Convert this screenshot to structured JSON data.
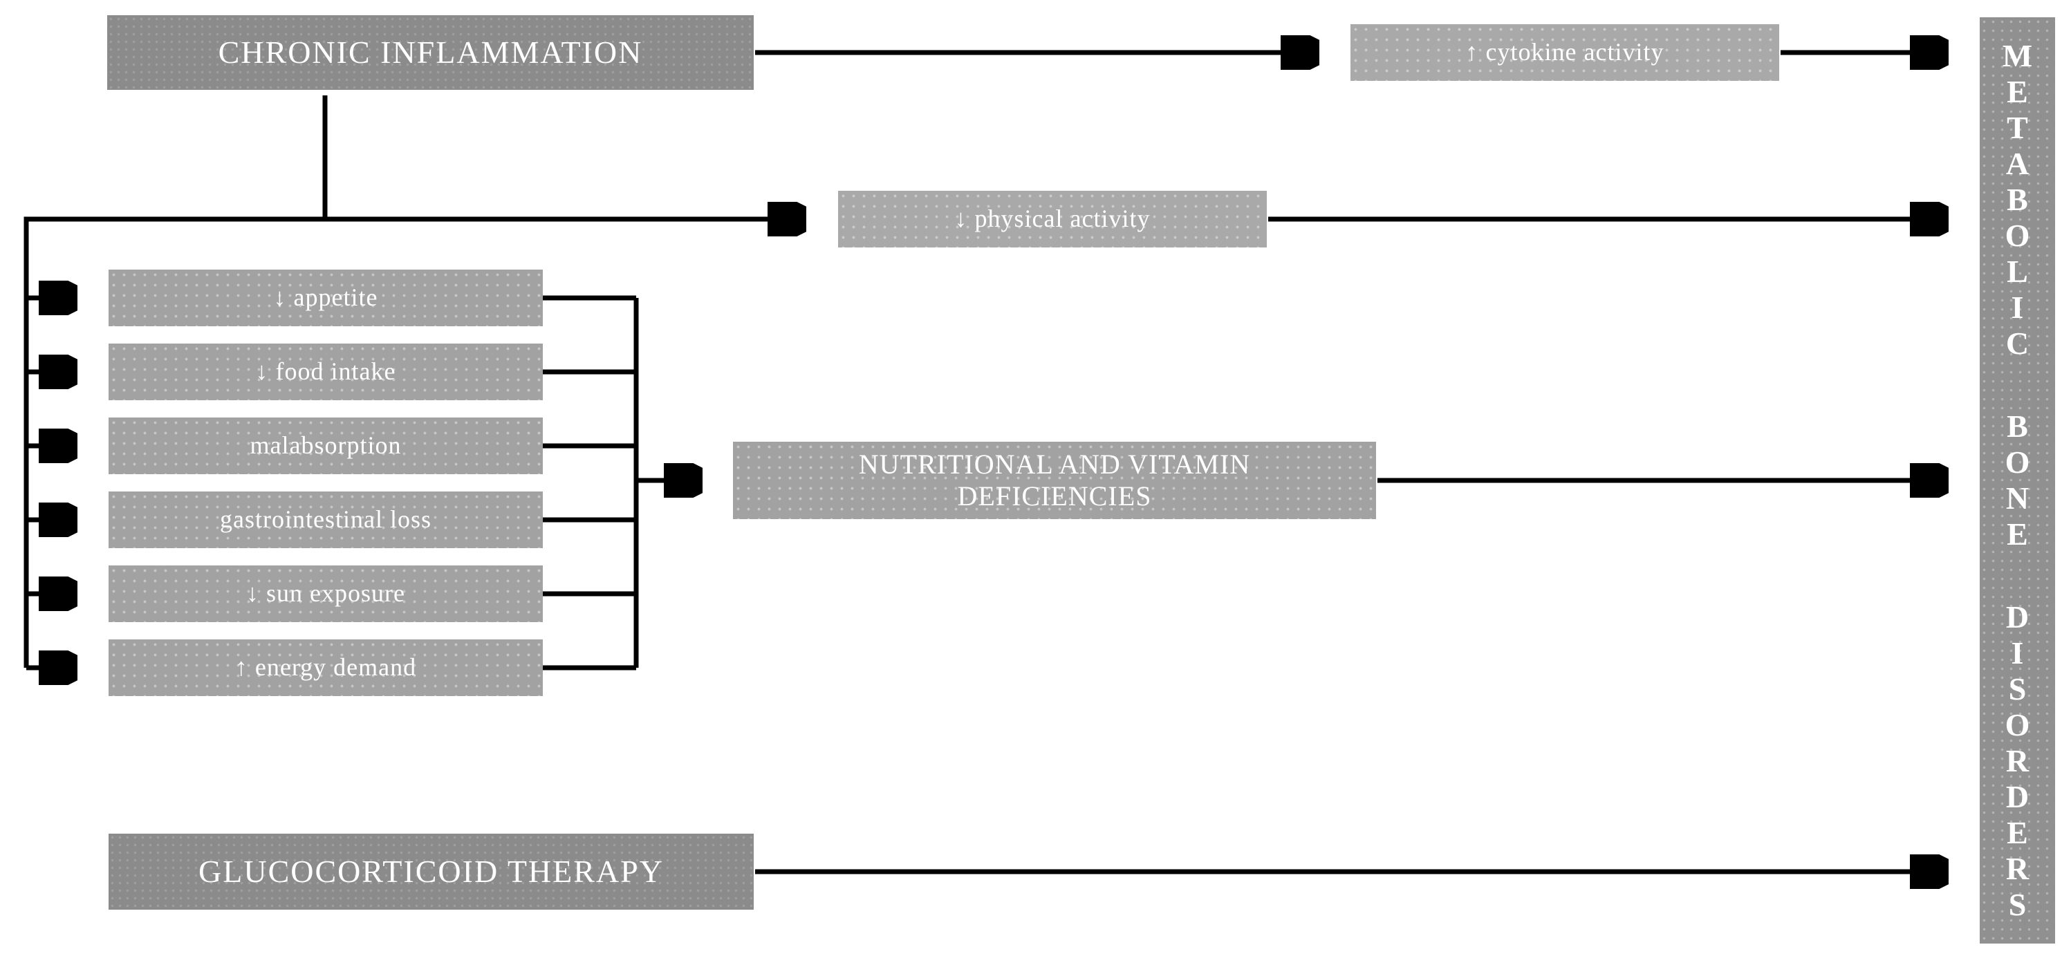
{
  "diagram_type": "flowchart",
  "nodes": {
    "chronic_inflammation": {
      "label": "CHRONIC INFLAMMATION"
    },
    "cytokine_activity": {
      "label": "↑ cytokine activity"
    },
    "physical_activity": {
      "label": "↓ physical activity"
    },
    "appetite": {
      "label": "↓ appetite"
    },
    "food_intake": {
      "label": "↓ food intake"
    },
    "malabsorption": {
      "label": "malabsorption"
    },
    "gastrointestinal_loss": {
      "label": "gastrointestinal loss"
    },
    "sun_exposure": {
      "label": "↓ sun exposure"
    },
    "energy_demand": {
      "label": "↑ energy demand"
    },
    "nutritional_deficiencies": {
      "label": "NUTRITIONAL AND VITAMIN DEFICIENCIES"
    },
    "glucocorticoid_therapy": {
      "label": "GLUCOCORTICOID THERAPY"
    },
    "metabolic_bone_disorders": {
      "label": "METABOLIC BONE DISORDERS"
    }
  },
  "edges": [
    {
      "from": "chronic_inflammation",
      "to": "cytokine_activity"
    },
    {
      "from": "cytokine_activity",
      "to": "metabolic_bone_disorders"
    },
    {
      "from": "chronic_inflammation",
      "to": "physical_activity"
    },
    {
      "from": "physical_activity",
      "to": "metabolic_bone_disorders"
    },
    {
      "from": "chronic_inflammation",
      "to": "appetite"
    },
    {
      "from": "chronic_inflammation",
      "to": "food_intake"
    },
    {
      "from": "chronic_inflammation",
      "to": "malabsorption"
    },
    {
      "from": "chronic_inflammation",
      "to": "gastrointestinal_loss"
    },
    {
      "from": "chronic_inflammation",
      "to": "sun_exposure"
    },
    {
      "from": "chronic_inflammation",
      "to": "energy_demand"
    },
    {
      "from": "appetite",
      "to": "nutritional_deficiencies"
    },
    {
      "from": "food_intake",
      "to": "nutritional_deficiencies"
    },
    {
      "from": "malabsorption",
      "to": "nutritional_deficiencies"
    },
    {
      "from": "gastrointestinal_loss",
      "to": "nutritional_deficiencies"
    },
    {
      "from": "sun_exposure",
      "to": "nutritional_deficiencies"
    },
    {
      "from": "energy_demand",
      "to": "nutritional_deficiencies"
    },
    {
      "from": "nutritional_deficiencies",
      "to": "metabolic_bone_disorders"
    },
    {
      "from": "glucocorticoid_therapy",
      "to": "metabolic_bone_disorders"
    }
  ],
  "colors": {
    "background": "#ffffff",
    "dark_box": "#8b8b8b",
    "light_box": "#a9a9a9",
    "mid_box": "#a2a2a2",
    "bar": "#909090",
    "line": "#000000",
    "text": "#ffffff"
  }
}
